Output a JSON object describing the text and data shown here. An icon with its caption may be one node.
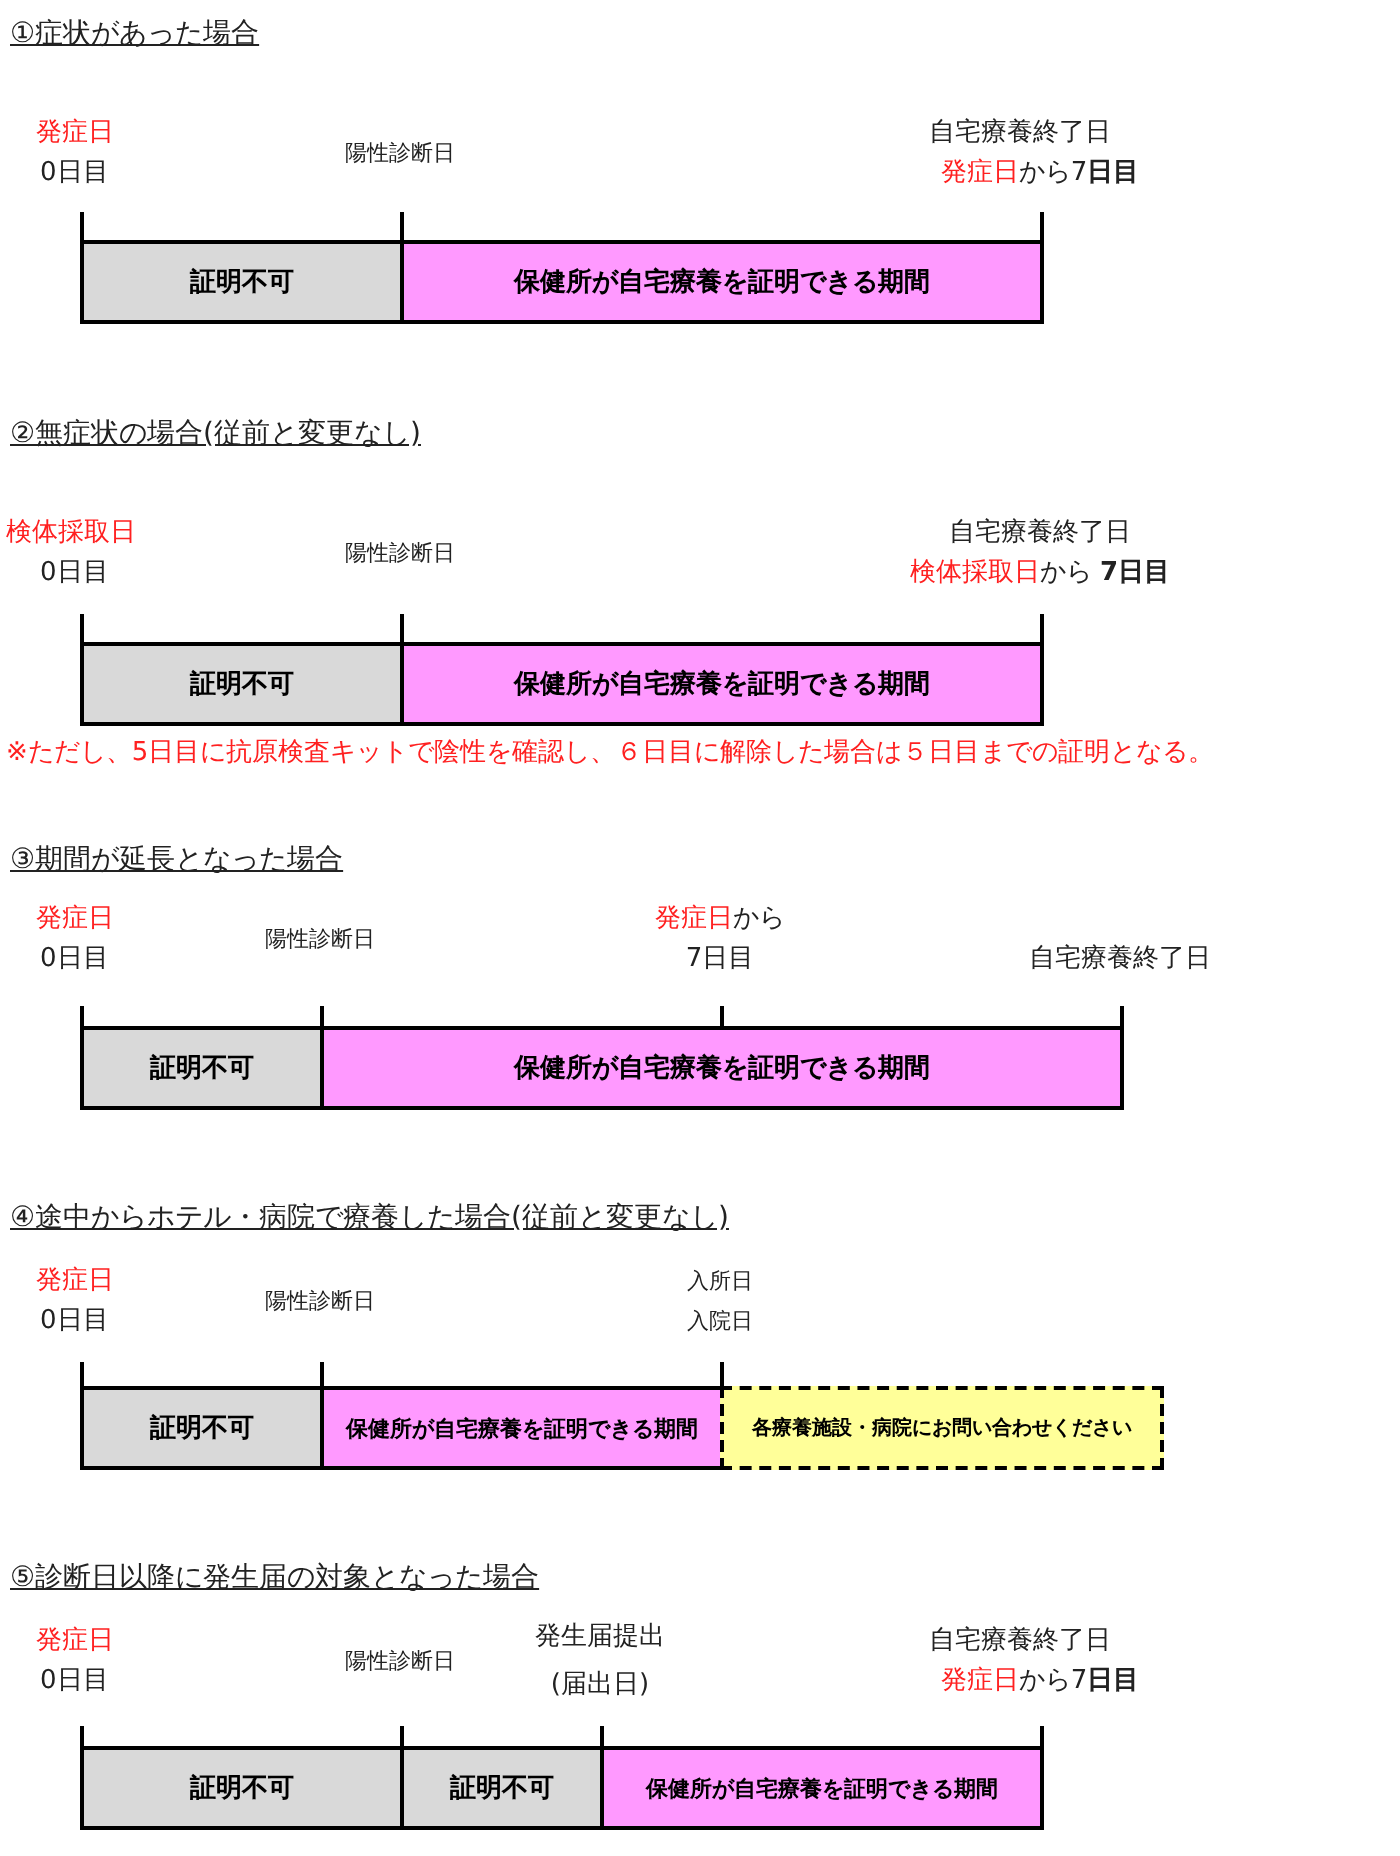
{
  "diagram": {
    "nodes": [
      {
        "text": [
          "証明不可"
        ]
      },
      {
        "text": [
          "保健所が自宅療養を証明できる期間"
        ]
      },
      {
        "text": [
          "証明不可"
        ]
      },
      {
        "text": [
          "保健所が自宅療養を証明できる期間"
        ]
      },
      {
        "text": [
          "証明不可"
        ]
      },
      {
        "text": [
          "保健所が自宅療養を証明できる期間"
        ]
      },
      {
        "text": [
          "証明不可"
        ]
      },
      {
        "text": [
          "保健所が自宅療養を証明できる期間"
        ]
      },
      {
        "text": [
          "各療養施設・病院にお問い合わせください"
        ]
      },
      {
        "text": [
          "証明不可"
        ]
      },
      {
        "text": [
          "証明不可"
        ]
      },
      {
        "text": [
          "保健所が自宅療養を証明できる期間"
        ]
      }
    ],
    "edges": [],
    "labels": [
      "①症状があった場合",
      "発症日",
      "0日目",
      "陽性診断日",
      "自宅療養終了日",
      "発症日",
      "から7**日目**",
      "②無症状の場合(従前と変更なし)",
      "検体採取日",
      "0日目",
      "陽性診断日",
      "自宅療養終了日",
      "検体採取日",
      "から **7日目**",
      "※ただし、5日目に抗原検査キットで陰性を確認し、６日目に解除した場合は５日目までの証明となる。",
      "③期間が延長となった場合",
      "発症日",
      "0日目",
      "陽性診断日",
      "発症日",
      "から",
      "7日目",
      "自宅療養終了日",
      "④途中からホテル・病院で療養した場合(従前と変更なし)",
      "発症日",
      "0日目",
      "陽性診断日",
      "入所日",
      "入院日",
      "⑤診断日以降に発生届の対象となった場合",
      "発症日",
      "0日目",
      "陽性診断日",
      "発生届提出",
      "(届出日)",
      "自宅療養終了日",
      "発症日",
      "から7**日目**"
    ]
  }
}
